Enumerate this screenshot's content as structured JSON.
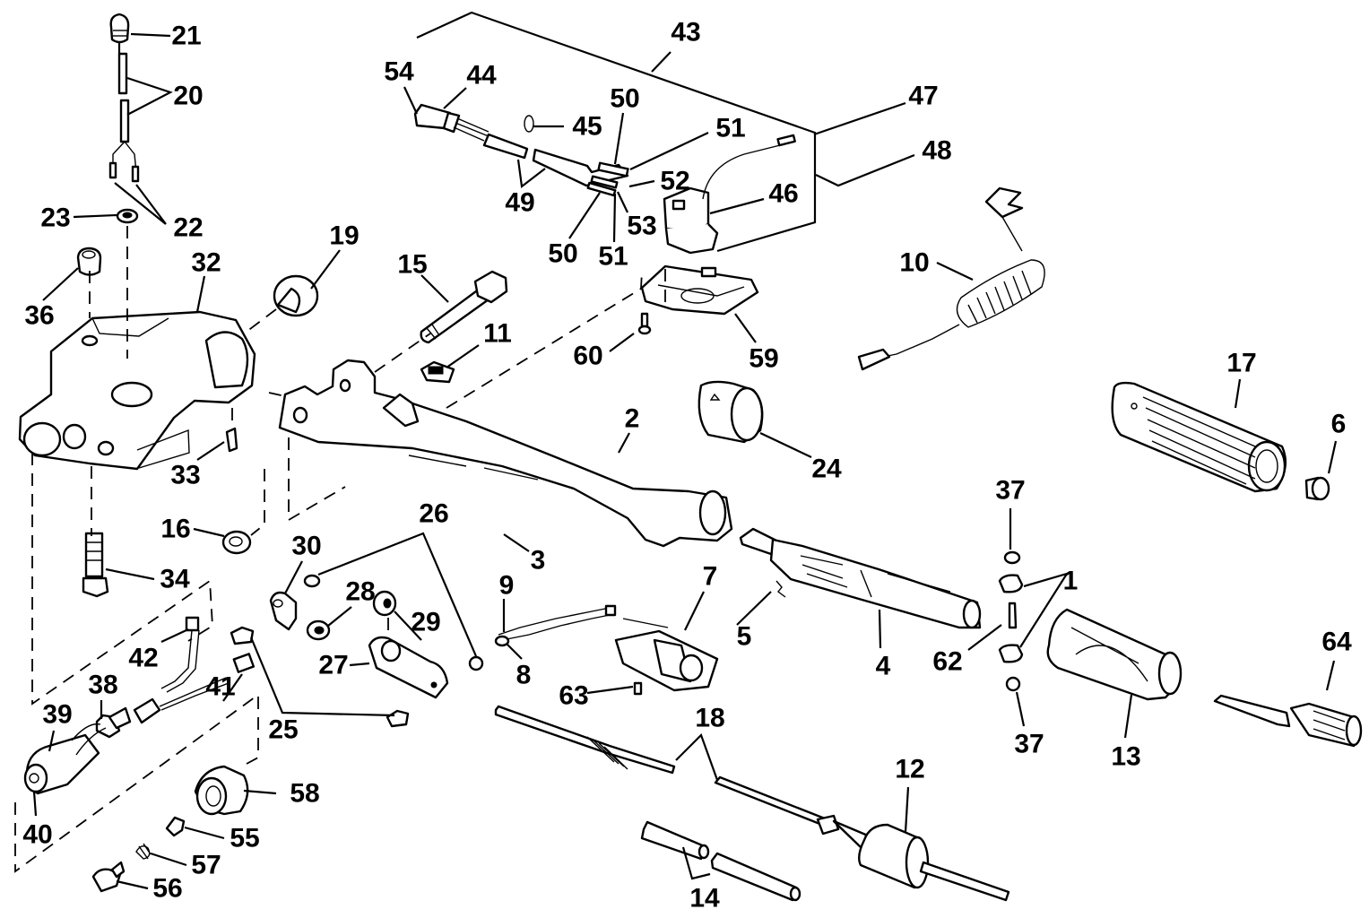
{
  "diagram": {
    "title": "Tiller handle / steering arm exploded parts view",
    "type": "exploded-view parts diagram",
    "callouts": [
      {
        "id": "c21",
        "label": "21",
        "part": "throttle-friction-knob"
      },
      {
        "id": "c20",
        "label": "20",
        "part": "wire-sleeve"
      },
      {
        "id": "c23",
        "label": "23",
        "part": "nut"
      },
      {
        "id": "c22",
        "label": "22",
        "part": "wire-terminals"
      },
      {
        "id": "c36",
        "label": "36",
        "part": "nut"
      },
      {
        "id": "c32",
        "label": "32",
        "part": "steering-bracket"
      },
      {
        "id": "c19",
        "label": "19",
        "part": "washer-bushing"
      },
      {
        "id": "c15",
        "label": "15",
        "part": "pivot-bolt"
      },
      {
        "id": "c11",
        "label": "11",
        "part": "clip"
      },
      {
        "id": "c54",
        "label": "54",
        "part": "connector"
      },
      {
        "id": "c44",
        "label": "44",
        "part": "wiring-harness"
      },
      {
        "id": "c45",
        "label": "45",
        "part": "tie-strap"
      },
      {
        "id": "c50a",
        "label": "50",
        "part": "terminal-sleeve"
      },
      {
        "id": "c51a",
        "label": "51",
        "part": "terminal"
      },
      {
        "id": "c49",
        "label": "49",
        "part": "harness-sleeve"
      },
      {
        "id": "c52",
        "label": "52",
        "part": "terminal"
      },
      {
        "id": "c53",
        "label": "53",
        "part": "terminal"
      },
      {
        "id": "c50b",
        "label": "50",
        "part": "terminal-sleeve"
      },
      {
        "id": "c51b",
        "label": "51",
        "part": "terminal"
      },
      {
        "id": "c43",
        "label": "43",
        "part": "harness-assembly"
      },
      {
        "id": "c47",
        "label": "47",
        "part": "lead"
      },
      {
        "id": "c48",
        "label": "48",
        "part": "lead"
      },
      {
        "id": "c46",
        "label": "46",
        "part": "stop-switch"
      },
      {
        "id": "c10",
        "label": "10",
        "part": "lanyard"
      },
      {
        "id": "c60",
        "label": "60",
        "part": "screw"
      },
      {
        "id": "c59",
        "label": "59",
        "part": "switch-cover"
      },
      {
        "id": "c24",
        "label": "24",
        "part": "throttle-friction-sleeve"
      },
      {
        "id": "c2",
        "label": "2",
        "part": "tiller-arm"
      },
      {
        "id": "c17",
        "label": "17",
        "part": "throttle-grip"
      },
      {
        "id": "c6",
        "label": "6",
        "part": "grip-cap"
      },
      {
        "id": "c33",
        "label": "33",
        "part": "grease-fitting"
      },
      {
        "id": "c16",
        "label": "16",
        "part": "locknut"
      },
      {
        "id": "c34",
        "label": "34",
        "part": "bolt"
      },
      {
        "id": "c26",
        "label": "26",
        "part": "washers"
      },
      {
        "id": "c3",
        "label": "3",
        "part": "pin"
      },
      {
        "id": "c30",
        "label": "30",
        "part": "clamp"
      },
      {
        "id": "c28",
        "label": "28",
        "part": "nut"
      },
      {
        "id": "c29",
        "label": "29",
        "part": "roller"
      },
      {
        "id": "c9",
        "label": "9",
        "part": "lead-terminal"
      },
      {
        "id": "c7",
        "label": "7",
        "part": "shift-lockout-switch"
      },
      {
        "id": "c5",
        "label": "5",
        "part": "spring"
      },
      {
        "id": "c4",
        "label": "4",
        "part": "throttle-shaft"
      },
      {
        "id": "c37a",
        "label": "37",
        "part": "bushing"
      },
      {
        "id": "c1",
        "label": "1",
        "part": "friction-blocks"
      },
      {
        "id": "c62",
        "label": "62",
        "part": "pin"
      },
      {
        "id": "c37b",
        "label": "37",
        "part": "bushing"
      },
      {
        "id": "c13",
        "label": "13",
        "part": "throttle-housing"
      },
      {
        "id": "c64",
        "label": "64",
        "part": "friction-adjuster"
      },
      {
        "id": "c42",
        "label": "42",
        "part": "ground-lead"
      },
      {
        "id": "c38",
        "label": "38",
        "part": "nut"
      },
      {
        "id": "c39",
        "label": "39",
        "part": "key-switch"
      },
      {
        "id": "c41",
        "label": "41",
        "part": "lead-terminal"
      },
      {
        "id": "c25",
        "label": "25",
        "part": "screws"
      },
      {
        "id": "c27",
        "label": "27",
        "part": "throttle-lever"
      },
      {
        "id": "c8",
        "label": "8",
        "part": "terminal"
      },
      {
        "id": "c63",
        "label": "63",
        "part": "screw"
      },
      {
        "id": "c18",
        "label": "18",
        "part": "throttle-cable"
      },
      {
        "id": "c12",
        "label": "12",
        "part": "cable-grommet"
      },
      {
        "id": "c58",
        "label": "58",
        "part": "switch-boot"
      },
      {
        "id": "c55",
        "label": "55",
        "part": "plug"
      },
      {
        "id": "c57",
        "label": "57",
        "part": "spring"
      },
      {
        "id": "c40",
        "label": "40",
        "part": "switch-key-boot"
      },
      {
        "id": "c56",
        "label": "56",
        "part": "plug-screw"
      },
      {
        "id": "c14",
        "label": "14",
        "part": "cable-sleeves"
      }
    ]
  }
}
